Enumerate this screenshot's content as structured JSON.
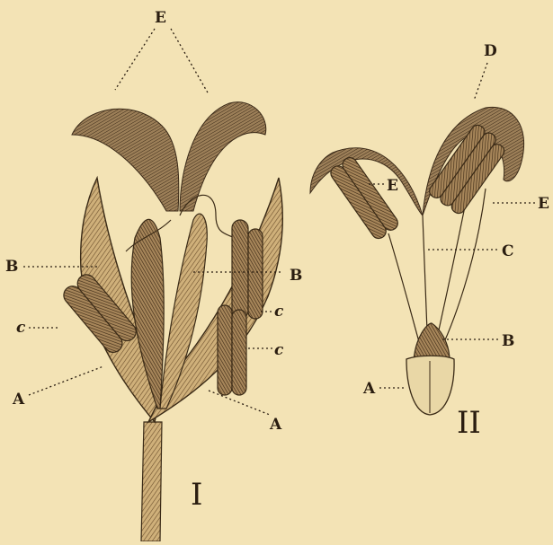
{
  "figure": {
    "background": "#f3e3b5",
    "ink_color": "#2a1d10",
    "panel_one": {
      "numeral": "I",
      "labels": {
        "stigma": "E",
        "filament_left": "B",
        "filament_right": "B",
        "anther_left": "c",
        "anther_right_upper": "c",
        "anther_right_lower": "c",
        "glume_left": "A",
        "glume_right": "A"
      }
    },
    "panel_two": {
      "numeral": "II",
      "labels": {
        "stigma": "D",
        "anther_left": "E",
        "anther_right": "E",
        "filament": "C",
        "ovary": "B",
        "scales": "A"
      }
    }
  }
}
